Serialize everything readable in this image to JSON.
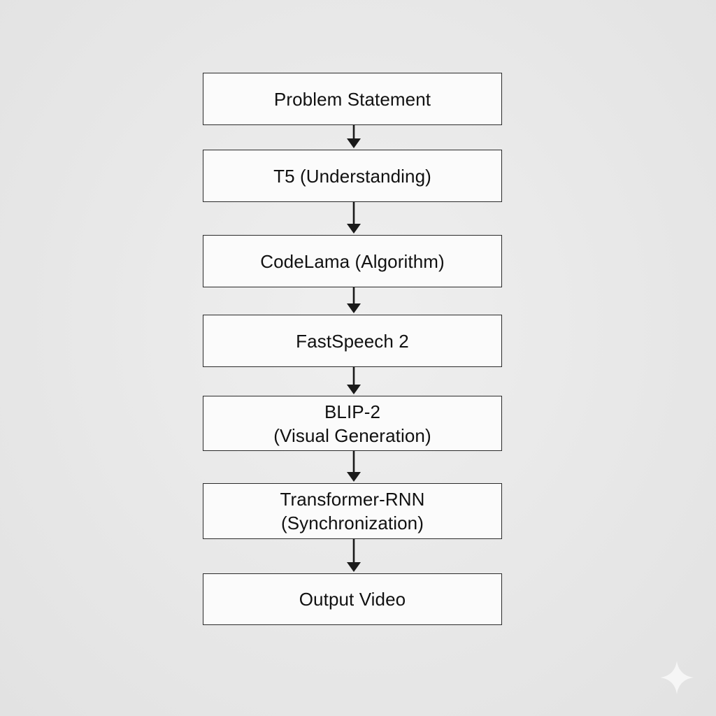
{
  "diagram": {
    "nodes": [
      {
        "id": "problem-statement",
        "lines": [
          "Problem Statement"
        ]
      },
      {
        "id": "t5",
        "lines": [
          "T5 (Understanding)"
        ]
      },
      {
        "id": "codelama",
        "lines": [
          "CodeLama (Algorithm)"
        ]
      },
      {
        "id": "fastspeech2",
        "lines": [
          "FastSpeech 2"
        ]
      },
      {
        "id": "blip2",
        "lines": [
          "BLIP-2",
          "(Visual Generation)"
        ]
      },
      {
        "id": "transformer-rnn",
        "lines": [
          "Transformer-RNN",
          "(Synchronization)"
        ]
      },
      {
        "id": "output-video",
        "lines": [
          "Output Video"
        ]
      }
    ],
    "edges": [
      {
        "from": "problem-statement",
        "to": "t5"
      },
      {
        "from": "t5",
        "to": "codelama"
      },
      {
        "from": "codelama",
        "to": "fastspeech2"
      },
      {
        "from": "fastspeech2",
        "to": "blip2"
      },
      {
        "from": "blip2",
        "to": "transformer-rnn"
      },
      {
        "from": "transformer-rnn",
        "to": "output-video"
      }
    ],
    "colors": {
      "background": "#e8e8e8",
      "node_fill": "#fbfbfb",
      "stroke": "#1a1a1a"
    }
  }
}
